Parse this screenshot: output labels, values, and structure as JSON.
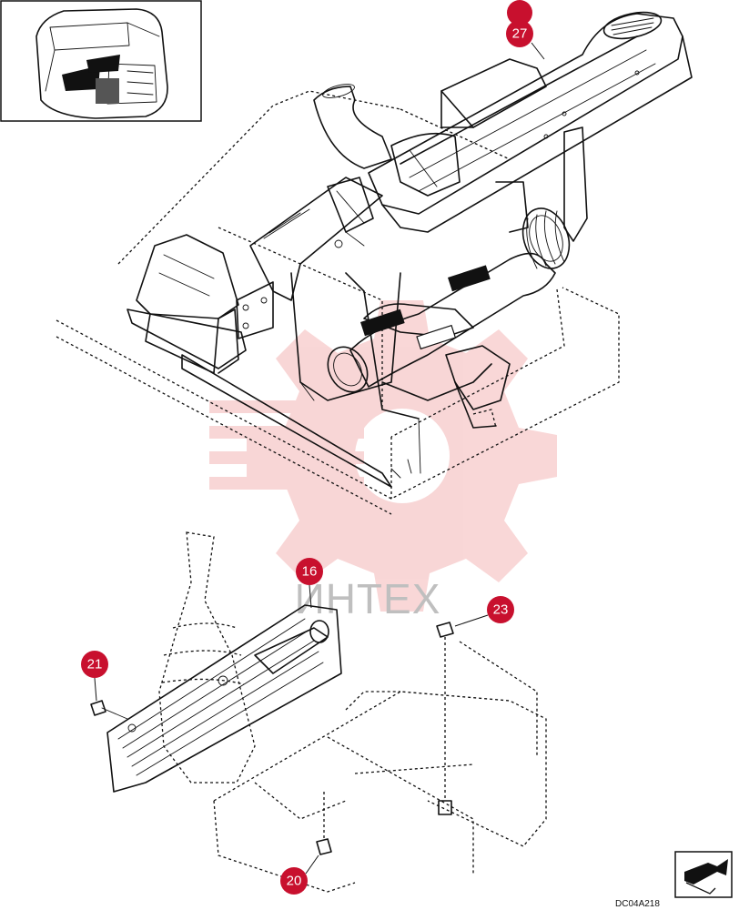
{
  "diagram": {
    "callouts": [
      {
        "id": "c27",
        "label": "27"
      },
      {
        "id": "c16",
        "label": "16"
      },
      {
        "id": "c23",
        "label": "23"
      },
      {
        "id": "c21",
        "label": "21"
      },
      {
        "id": "c20",
        "label": "20"
      }
    ],
    "watermark_text": "ИНТЕХ",
    "drawing_code": "DC04A218",
    "icons": [
      "machine-overview-icon",
      "direction-arrow-icon"
    ],
    "colors": {
      "callout": "#c8102e",
      "line": "#111111",
      "watermark": "#f4b6b6"
    }
  }
}
